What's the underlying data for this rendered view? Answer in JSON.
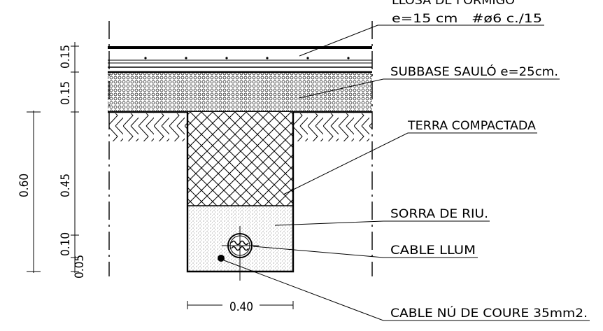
{
  "labels": {
    "slab_title": "LLOSA DE FORMIGÓ",
    "slab_spec": "e=15 cm   #ø6 c./15",
    "subbase": "SUBBASE SAULÓ e=25cm.",
    "compacted_earth": "TERRA COMPACTADA",
    "river_sand": "SORRA DE RIU.",
    "light_cable": "CABLE LLUM",
    "copper_cable": "CABLE NÚ DE COURE 35mm2."
  },
  "dimensions": {
    "total_depth": "0.60",
    "slab": "0.15",
    "subbase": "0.15",
    "fill": "0.45",
    "sand": "0.10",
    "bedding": "0.05",
    "trench_width": "0.40"
  }
}
